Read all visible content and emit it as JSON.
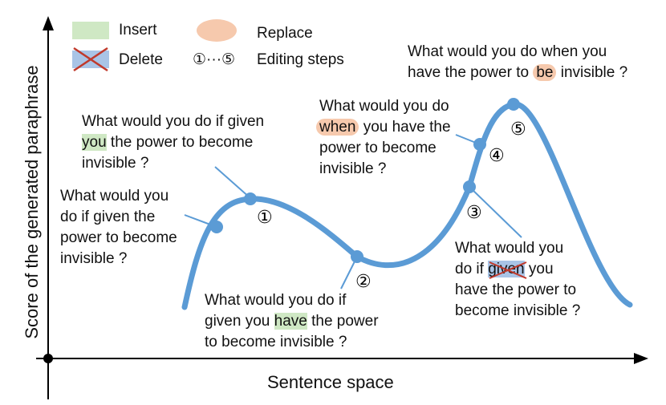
{
  "legend": {
    "insert": "Insert",
    "delete": "Delete",
    "replace": "Replace",
    "steps_symbol": "①···⑤",
    "steps": "Editing steps"
  },
  "axes": {
    "x": "Sentence space",
    "y": "Score of the generated   paraphrase"
  },
  "colors": {
    "curve": "#5b9bd5",
    "insert": "#cfe8c4",
    "replace": "#f6c9ad",
    "delete_fill": "#a9c4e6",
    "delete_cross": "#c0392b"
  },
  "steps": {
    "s1": "①",
    "s2": "②",
    "s3": "③",
    "s4": "④",
    "s5": "⑤"
  },
  "sentences": {
    "start": [
      "What would you",
      "do if given the",
      "power to become",
      "invisible ?"
    ],
    "step1": {
      "l1": "What would you do if given",
      "l2_hl": "you",
      "l2_rest": " the power to become",
      "l3": "invisible ?"
    },
    "step2": {
      "l1": "What would you do if",
      "l2_a": "given you ",
      "l2_hl": "have",
      "l2_b": " the power",
      "l3": "to become invisible ?"
    },
    "step3": {
      "l1": "What would you",
      "l2_a": "do if ",
      "l2_del": "given",
      "l2_b": " you",
      "l3": "have the power to",
      "l4": "become invisible ?"
    },
    "step4": {
      "l1": "What would you do",
      "l2_hl": "when",
      "l2_rest": " you have the",
      "l3": "power to become",
      "l4": "invisible ?"
    },
    "step5": {
      "l1": "What would you do when you",
      "l2_a": "have the power to ",
      "l2_hl": "be",
      "l2_b": "  invisible ?"
    }
  }
}
